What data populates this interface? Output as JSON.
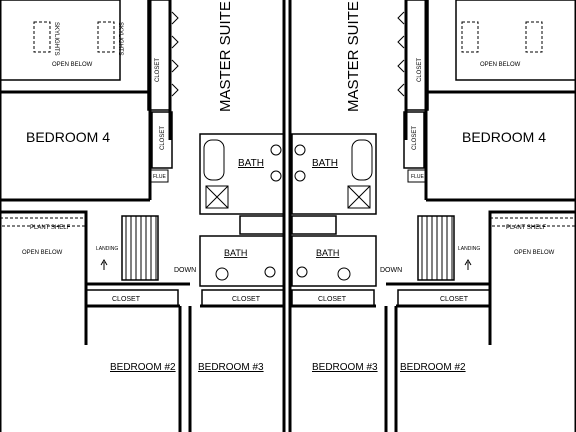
{
  "floor_plan": {
    "left_unit": {
      "skylight_a": "SKYLIGHTS",
      "skylight_b": "SKYLIGHTS",
      "open_below_top": "OPEN BELOW",
      "closet_upper": "CLOSET",
      "closet_side": "CLOSET",
      "flue": "FLUE",
      "master_suite": "MASTER SUITE",
      "bedroom_4": "BEDROOM 4",
      "bath_upper": "BATH",
      "bath_lower": "BATH",
      "plant_shelf": "PLANT SHELF",
      "open_below_mid": "OPEN BELOW",
      "landing": "LANDING",
      "down": "DOWN",
      "closet_bed2": "CLOSET",
      "closet_bed3": "CLOSET",
      "bedroom_2": "BEDROOM #2",
      "bedroom_3": "BEDROOM #3"
    },
    "right_unit": {
      "open_below_top": "OPEN BELOW",
      "closet_upper": "CLOSET",
      "closet_side": "CLOSET",
      "flue": "FLUE",
      "master_suite": "MASTER SUITE",
      "bedroom_4": "BEDROOM 4",
      "bath_upper": "BATH",
      "bath_lower": "BATH",
      "plant_shelf": "PLANT SHELF",
      "open_below_mid": "OPEN BELOW",
      "landing": "LANDING",
      "down": "DOWN",
      "closet_bed2": "CLOSET",
      "closet_bed3": "CLOSET",
      "bedroom_2": "BEDROOM #2",
      "bedroom_3": "BEDROOM #3"
    }
  }
}
